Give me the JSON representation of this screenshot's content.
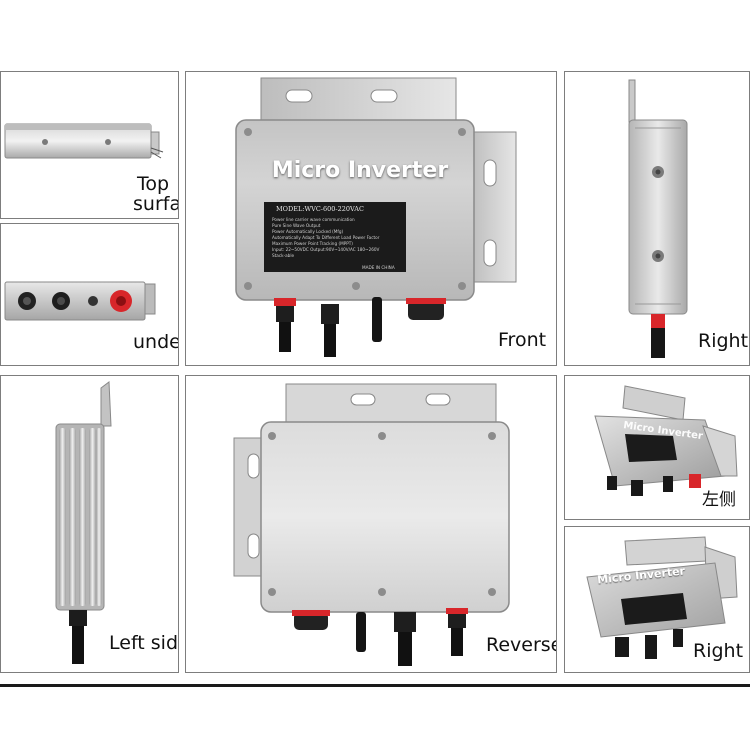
{
  "captions": {
    "top_surface_line1": "Top",
    "top_surface_line2": "surface",
    "underside": "underside",
    "front": "Front",
    "right": "Right",
    "left_side": "Left side",
    "reverse": "Reverse",
    "left_cn": "左侧",
    "right2": "Right"
  },
  "product": {
    "title": "Micro Inverter",
    "model_label": "MODEL:WVC-600-220VAC",
    "spec_lines": [
      "Power line carrier wave communication",
      "Pure Sine Wave Output",
      "Power Automatically Locked (Mfg)",
      "Automatically Adapt To Different Load Power Factor",
      "Maximum Power Point Tracking (MPPT)",
      "Input: 22~50VDC    Output:90V~140V/AC 180~260V",
      "Stack-able"
    ],
    "made_in": "MADE IN CHINA"
  }
}
